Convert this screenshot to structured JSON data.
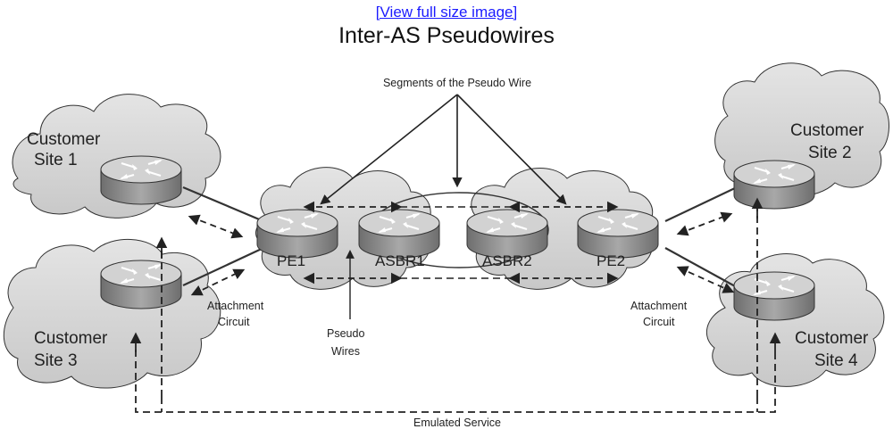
{
  "header": {
    "link_text": "[View full size image]",
    "title": "Inter-AS Pseudowires"
  },
  "labels": {
    "segments": "Segments of the Pseudo Wire",
    "site1_line1": "Customer",
    "site1_line2": "Site 1",
    "site2_line1": "Customer",
    "site2_line2": "Site 2",
    "site3_line1": "Customer",
    "site3_line2": "Site 3",
    "site4_line1": "Customer",
    "site4_line2": "Site 4",
    "pe1": "PE1",
    "asbr1": "ASBR1",
    "asbr2": "ASBR2",
    "pe2": "PE2",
    "ac_left_line1": "Attachment",
    "ac_left_line2": "Circuit",
    "ac_right_line1": "Attachment",
    "ac_right_line2": "Circuit",
    "pw_line1": "Pseudo",
    "pw_line2": "Wires",
    "emulated": "Emulated Service"
  },
  "colors": {
    "cloud_fill": "#d6d6d6",
    "cloud_stroke": "#333333",
    "router_top": "#cfcfcf",
    "router_side": "#8a8a8a",
    "line": "#333333",
    "link": "#1a1aff"
  },
  "icons": {
    "router": "router-icon",
    "cloud": "cloud-icon"
  }
}
